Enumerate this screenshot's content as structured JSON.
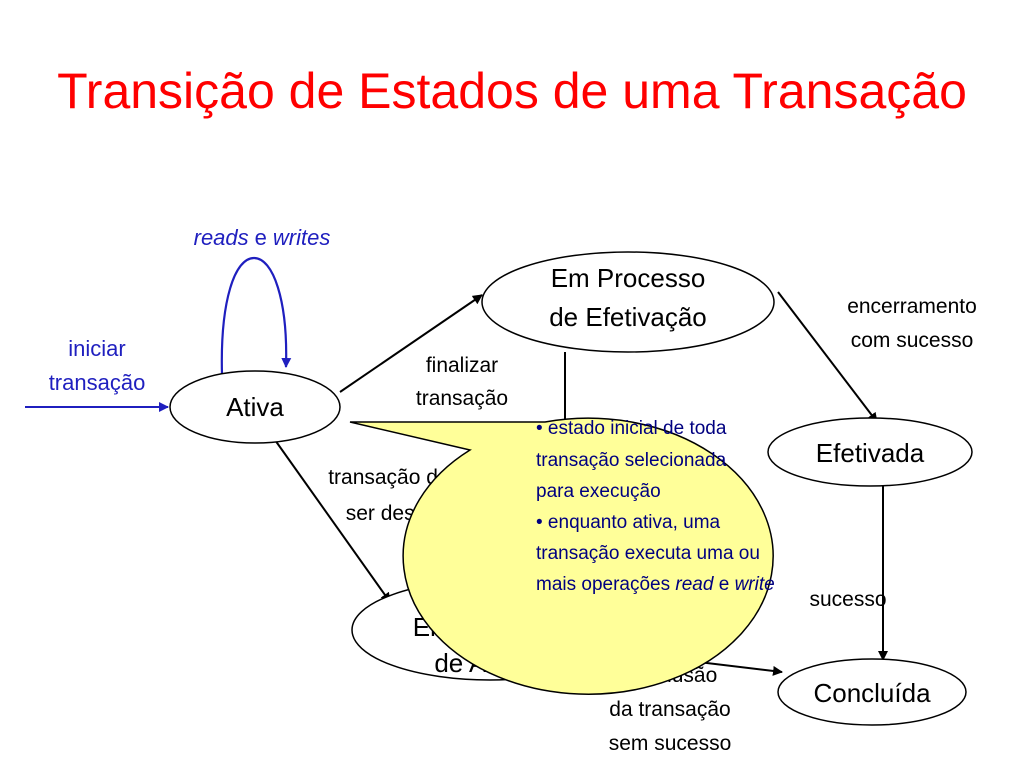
{
  "title": "Transição de Estados de uma Transação",
  "colors": {
    "title": "#ff0000",
    "loop": "#1f1fbf",
    "callout_fill": "#ffff99",
    "callout_text": "#000080"
  },
  "states": {
    "ativa": "Ativa",
    "em_processo_efetivacao": [
      "Em Processo",
      "de Efetivação"
    ],
    "efetivada": "Efetivada",
    "em_processo_aborto": [
      "Em Processo",
      "de Aborto"
    ],
    "concluida": "Concluída"
  },
  "labels": {
    "loop": {
      "reads": "reads",
      "e": "e",
      "writes": "writes"
    },
    "iniciar": [
      "iniciar",
      "transação"
    ],
    "finalizar": [
      "finalizar",
      "transação"
    ],
    "encerramento": [
      "encerramento",
      "com sucesso"
    ],
    "desfeita": [
      "transação deve",
      "ser desfeita"
    ],
    "sucesso_partial": "sucesso",
    "sem_sucesso": [
      "conclusão",
      "da transação",
      "sem sucesso"
    ]
  },
  "callout": {
    "line1": "• estado inicial de toda",
    "line2": "transação selecionada",
    "line3": "para execução",
    "line4": "•  enquanto ativa, uma",
    "line5": "transação executa uma ou",
    "line6_prefix": "mais operações ",
    "line6_read": "read",
    "line6_e": " e ",
    "line6_write": "write"
  }
}
